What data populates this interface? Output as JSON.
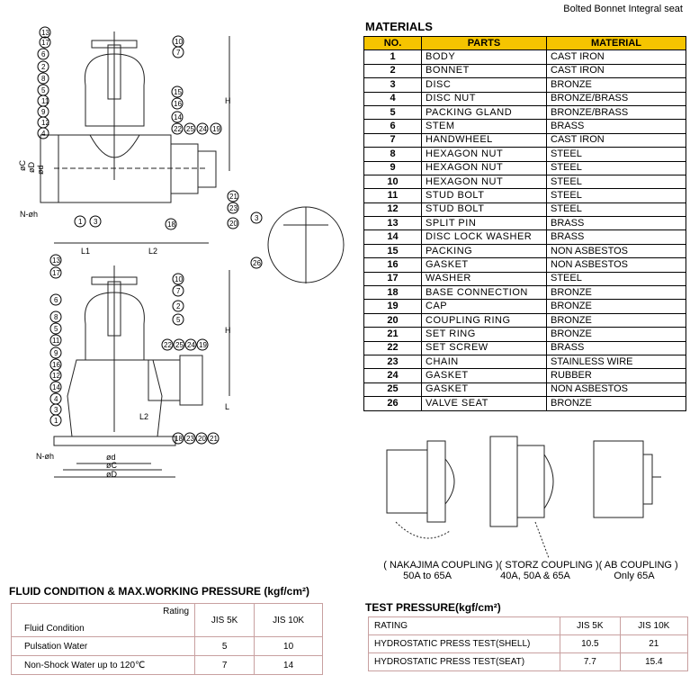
{
  "top_note": "Bolted Bonnet Integral seat",
  "materials": {
    "title": "MATERIALS",
    "headers": [
      "NO.",
      "PARTS",
      "MATERIAL"
    ],
    "rows": [
      [
        "1",
        "BODY",
        "CAST IRON"
      ],
      [
        "2",
        "BONNET",
        "CAST IRON"
      ],
      [
        "3",
        "DISC",
        "BRONZE"
      ],
      [
        "4",
        "DISC NUT",
        "BRONZE/BRASS"
      ],
      [
        "5",
        "PACKING GLAND",
        "BRONZE/BRASS"
      ],
      [
        "6",
        "STEM",
        "BRASS"
      ],
      [
        "7",
        "HANDWHEEL",
        "CAST IRON"
      ],
      [
        "8",
        "HEXAGON NUT",
        "STEEL"
      ],
      [
        "9",
        "HEXAGON NUT",
        "STEEL"
      ],
      [
        "10",
        "HEXAGON NUT",
        "STEEL"
      ],
      [
        "11",
        "STUD BOLT",
        "STEEL"
      ],
      [
        "12",
        "STUD BOLT",
        "STEEL"
      ],
      [
        "13",
        "SPLIT PIN",
        "BRASS"
      ],
      [
        "14",
        "DISC LOCK WASHER",
        "BRASS"
      ],
      [
        "15",
        "PACKING",
        "NON ASBESTOS"
      ],
      [
        "16",
        "GASKET",
        "NON ASBESTOS"
      ],
      [
        "17",
        "WASHER",
        "STEEL"
      ],
      [
        "18",
        "BASE CONNECTION",
        "BRONZE"
      ],
      [
        "19",
        "CAP",
        "BRONZE"
      ],
      [
        "20",
        "COUPLING RING",
        "BRONZE"
      ],
      [
        "21",
        "SET RING",
        "BRONZE"
      ],
      [
        "22",
        "SET SCREW",
        "BRASS"
      ],
      [
        "23",
        "CHAIN",
        "STAINLESS WIRE"
      ],
      [
        "24",
        "GASKET",
        "RUBBER"
      ],
      [
        "25",
        "GASKET",
        "NON ASBESTOS"
      ],
      [
        "26",
        "VALVE SEAT",
        "BRONZE"
      ]
    ]
  },
  "fluid": {
    "title": "FLUID CONDITION & MAX.WORKING PRESSURE (kgf/cm²)",
    "rating_label": "Rating",
    "fluid_label": "Fluid  Condition",
    "col1": "JIS 5K",
    "col2": "JIS 10K",
    "rows": [
      [
        "Pulsation Water",
        "5",
        "10"
      ],
      [
        "Non-Shock Water up to 120℃",
        "7",
        "14"
      ]
    ]
  },
  "test": {
    "title": "TEST PRESSURE(kgf/cm²)",
    "headers": [
      "RATING",
      "JIS 5K",
      "JIS 10K"
    ],
    "rows": [
      [
        "HYDROSTATIC PRESS TEST(SHELL)",
        "10.5",
        "21"
      ],
      [
        "HYDROSTATIC PRESS TEST(SEAT)",
        "7.7",
        "15.4"
      ]
    ]
  },
  "couplings": {
    "line1": "( NAKAJIMA COUPLING )( STORZ COUPLING )( AB COUPLING )",
    "nakajima_size": "50A to 65A",
    "storz_size": "40A, 50A & 65A",
    "ab_size": "Only 65A"
  },
  "drawing_labels": {
    "top_callouts": [
      "13",
      "17",
      "6",
      "2",
      "8",
      "5",
      "11",
      "9",
      "12",
      "4",
      "10",
      "7",
      "15",
      "16",
      "14",
      "22",
      "25",
      "24",
      "19",
      "21",
      "23",
      "20",
      "18",
      "1",
      "3",
      "3",
      "26"
    ],
    "bottom_callouts": [
      "13",
      "17",
      "6",
      "8",
      "5",
      "11",
      "9",
      "16",
      "12",
      "14",
      "4",
      "3",
      "1",
      "10",
      "7",
      "2",
      "5",
      "22",
      "25",
      "24",
      "19",
      "18",
      "23",
      "20",
      "21"
    ],
    "dims_top": [
      "H",
      "L1",
      "L2",
      "N-øh",
      "øC",
      "øD",
      "ød"
    ],
    "dims_bottom": [
      "H",
      "L",
      "L2",
      "N-øh",
      "ød",
      "øC",
      "øD"
    ]
  }
}
